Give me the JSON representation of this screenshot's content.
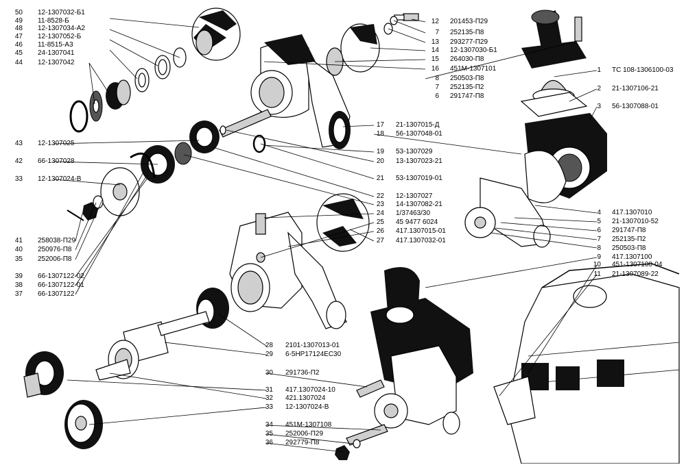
{
  "callouts_left": [
    {
      "num": "50",
      "code": "12-1307032-Б1"
    },
    {
      "num": "49",
      "code": "11-8528-Б"
    },
    {
      "num": "48",
      "code": "12-1307034-А2"
    },
    {
      "num": "47",
      "code": "12-1307052-Б"
    },
    {
      "num": "46",
      "code": "11-8515-А3"
    },
    {
      "num": "45",
      "code": "24-1307041"
    },
    {
      "num": "44",
      "code": "12-1307042"
    },
    {
      "num": "43",
      "code": "12-1307025"
    },
    {
      "num": "42",
      "code": "66-1307028"
    },
    {
      "num": "33",
      "code": "12-1307024-В"
    },
    {
      "num": "41",
      "code": "258038-П29"
    },
    {
      "num": "40",
      "code": "250976-П8"
    },
    {
      "num": "35",
      "code": "252006-П8"
    },
    {
      "num": "39",
      "code": "66-1307122-02"
    },
    {
      "num": "38",
      "code": "66-1307122-01"
    },
    {
      "num": "37",
      "code": "66-1307122"
    }
  ],
  "callouts_top_mid": [
    {
      "num": "12",
      "code": "201453-П29"
    },
    {
      "num": "7",
      "code": "252135-П8"
    },
    {
      "num": "13",
      "code": "293277-П29"
    },
    {
      "num": "14",
      "code": "12-1307030-Б1"
    },
    {
      "num": "15",
      "code": "264030-П8"
    },
    {
      "num": "16",
      "code": "451М-1307101"
    },
    {
      "num": "8",
      "code": "250503-П8"
    },
    {
      "num": "7",
      "code": "252135-П2"
    },
    {
      "num": "6",
      "code": "291747-П8"
    }
  ],
  "callouts_top_right": [
    {
      "num": "1",
      "code": "ТС 108-1306100-03"
    },
    {
      "num": "2",
      "code": "21-1307106-21"
    },
    {
      "num": "3",
      "code": "56-1307088-01"
    }
  ],
  "callouts_mid": [
    {
      "num": "17",
      "code": "21-1307015-Д"
    },
    {
      "num": "18",
      "code": "56-1307048-01"
    },
    {
      "num": "19",
      "code": "53-1307029"
    },
    {
      "num": "20",
      "code": "13-1307023-21"
    },
    {
      "num": "21",
      "code": "53-1307019-01"
    }
  ],
  "callouts_center": [
    {
      "num": "22",
      "code": "12-1307027"
    },
    {
      "num": "23",
      "code": "14-1307082-21"
    },
    {
      "num": "24",
      "code": "1/37463/30"
    },
    {
      "num": "25",
      "code": "45 9477 6024"
    },
    {
      "num": "26",
      "code": "417.1307015-01"
    },
    {
      "num": "27",
      "code": "417.1307032-01"
    }
  ],
  "callouts_right": [
    {
      "num": "4",
      "code": "417.1307010"
    },
    {
      "num": "5",
      "code": "21-1307010-52"
    },
    {
      "num": "6",
      "code": "291747-П8"
    },
    {
      "num": "7",
      "code": "252135-П2"
    },
    {
      "num": "8",
      "code": "250503-П8"
    },
    {
      "num": "9",
      "code": "417.1307100"
    },
    {
      "num": "10",
      "code": "451-1307100-04"
    },
    {
      "num": "11",
      "code": "21-1307089-22"
    }
  ],
  "callouts_bottom": [
    {
      "num": "28",
      "code": "2101-1307013-01"
    },
    {
      "num": "29",
      "code": "6-5НР17124ЕС30"
    },
    {
      "num": "30",
      "code": "291736-П2"
    },
    {
      "num": "31",
      "code": "417.1307024-10"
    },
    {
      "num": "32",
      "code": "421.1307024"
    },
    {
      "num": "33",
      "code": "12-1307024-В"
    },
    {
      "num": "34",
      "code": "451М-1307108"
    },
    {
      "num": "35",
      "code": "252006-П29"
    },
    {
      "num": "36",
      "code": "292779-П8"
    }
  ]
}
